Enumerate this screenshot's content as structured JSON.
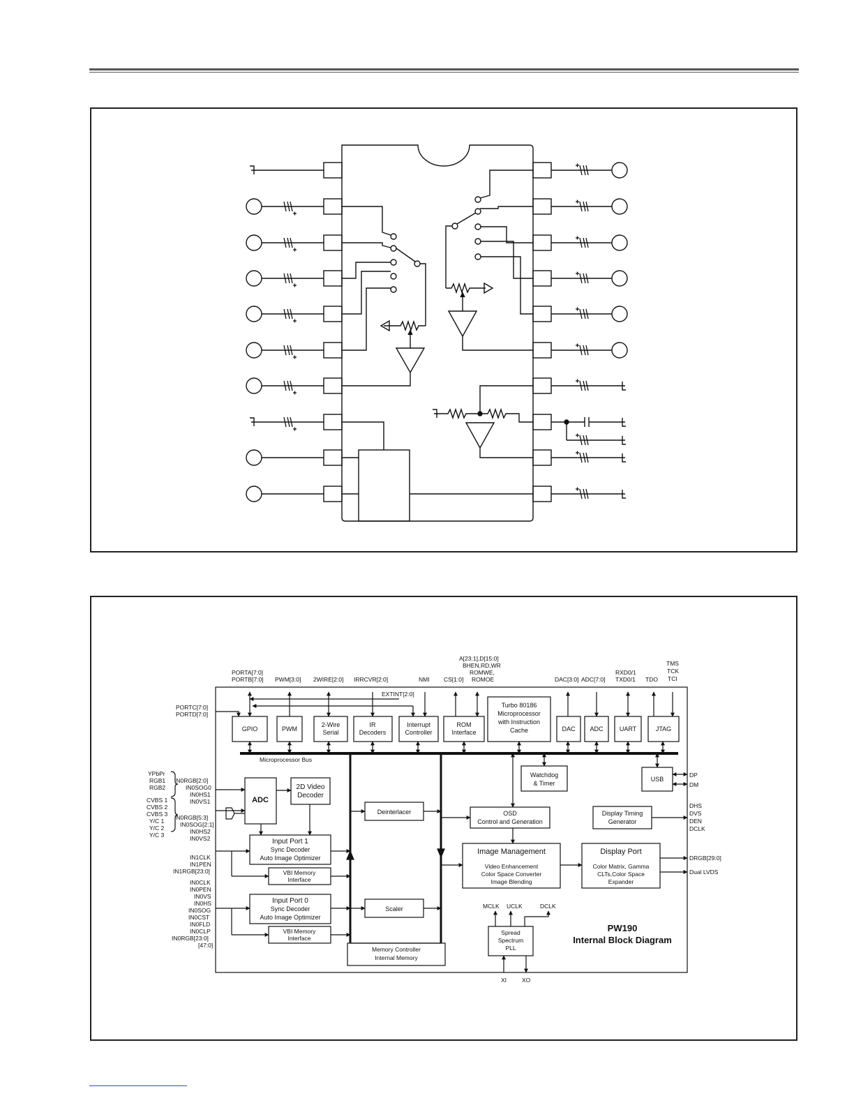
{
  "top_diagram": {
    "description_visible_text": ""
  },
  "block_diagram": {
    "title_line1": "PW190",
    "title_line2": "Internal Block Diagram",
    "top_signals": {
      "porta": "PORTA[7:0]",
      "portb": "PORTB[7:0]",
      "pwm": "PWM[3:0]",
      "twowire": "2WIRE[2:0]",
      "irrcvr": "IRRCVR[2:0]",
      "nmi": "NMI",
      "cs": "CS[1:0]",
      "addr1": "A[23:1],D[15:0]",
      "addr2": "BHEN,RD,WR",
      "addr3": "ROMWE,",
      "addr4": "ROMOE",
      "dac": "DAC[3:0]",
      "adc": "ADC[7:0]",
      "rxd": "RXD0/1",
      "txd": "TXD0/1",
      "tdo": "TDO",
      "tms": "TMS",
      "tck": "TCK",
      "tci": "TCI",
      "extint": "EXTINT[2:0]"
    },
    "left_signals": {
      "portc": "PORTC[7:0]",
      "portd": "PORTD[7:0]",
      "ypbpr": "YPbPr",
      "rgb1": "RGB1",
      "rgb2": "RGB2",
      "in0rgb20": "IN0RGB[2:0]",
      "in0sog0": "IN0SOG0",
      "in0hs1": "IN0HS1",
      "in0vs1": "IN0VS1",
      "cvbs1": "CVBS 1",
      "cvbs2": "CVBS 2",
      "cvbs3": "CVBS 3",
      "yc1": "Y/C 1",
      "yc2": "Y/C 2",
      "yc3": "Y/C 3",
      "in0rgb53": "IN0RGB[5:3]",
      "in0sog21": "IN0SOG[2:1]",
      "in0hs2": "IN0HS2",
      "in0vs2": "IN0VS2",
      "in1clk": "IN1CLK",
      "in1pen": "IN1PEN",
      "in1rgb": "IN1RGB[23:0]",
      "in0clk": "IN0CLK",
      "in0pen": "IN0PEN",
      "in0vs": "IN0VS",
      "in0hs": "IN0HS",
      "in0sog": "IN0SOG",
      "in0cst": "IN0CST",
      "in0fld": "IN0FLD",
      "in0clp": "IN0CLP",
      "in0rgb230": "IN0RGB[23:0]",
      "in0rgb470": "[47:0]"
    },
    "right_signals": {
      "dp": "DP",
      "dm": "DM",
      "dhs": "DHS",
      "dvs": "DVS",
      "den": "DEN",
      "dclk": "DCLK",
      "drgb": "DRGB[29:0]",
      "dual_lvds": "Dual LVDS"
    },
    "bottom_signals": {
      "mclk": "MCLK",
      "uclk": "UCLK",
      "dclk": "DCLK",
      "xi": "XI",
      "xo": "XO"
    },
    "blocks": {
      "gpio": "GPIO",
      "pwm": "PWM",
      "serial1": "2-Wire",
      "serial2": "Serial",
      "ir1": "IR",
      "ir2": "Decoders",
      "intc1": "Interrupt",
      "intc2": "Controller",
      "rom1": "ROM",
      "rom2": "Interface",
      "cpu1": "Turbo 80186",
      "cpu2": "Microprocessor",
      "cpu3": "with Instruction",
      "cpu4": "Cache",
      "dac": "DAC",
      "adc_top": "ADC",
      "uart": "UART",
      "jtag": "JTAG",
      "bus": "Microprocessor Bus",
      "watchdog1": "Watchdog",
      "watchdog2": "& Timer",
      "usb": "USB",
      "adc": "ADC",
      "video1": "2D Video",
      "video2": "Decoder",
      "deinterlacer": "Deinterlacer",
      "osd1": "OSD",
      "osd2": "Control and Generation",
      "dtg1": "Display Timing",
      "dtg2": "Generator",
      "ip1_1": "Input Port  1",
      "ip1_2": "Sync Decoder",
      "ip1_3": "Auto Image Optimizer",
      "vbi1_1": "VBI Memory",
      "vbi1_2": "Interface",
      "ip0_1": "Input Port  0",
      "ip0_2": "Sync Decoder",
      "ip0_3": "Auto Image Optimizer",
      "vbi0_1": "VBI Memory",
      "vbi0_2": "Interface",
      "scaler": "Scaler",
      "mem1": "Memory Controller",
      "mem2": "Internal Memory",
      "img_title": "Image Management",
      "img2": "Video Enhancement",
      "img3": "Color Space Converter",
      "img4": "Image Blending",
      "dp_title": "Display Port",
      "dp2": "Color Matrix, Gamma",
      "dp3": "CLTs,Color Space",
      "dp4": "Expander",
      "pll1": "Spread",
      "pll2": "Spectrum",
      "pll3": "PLL"
    }
  }
}
